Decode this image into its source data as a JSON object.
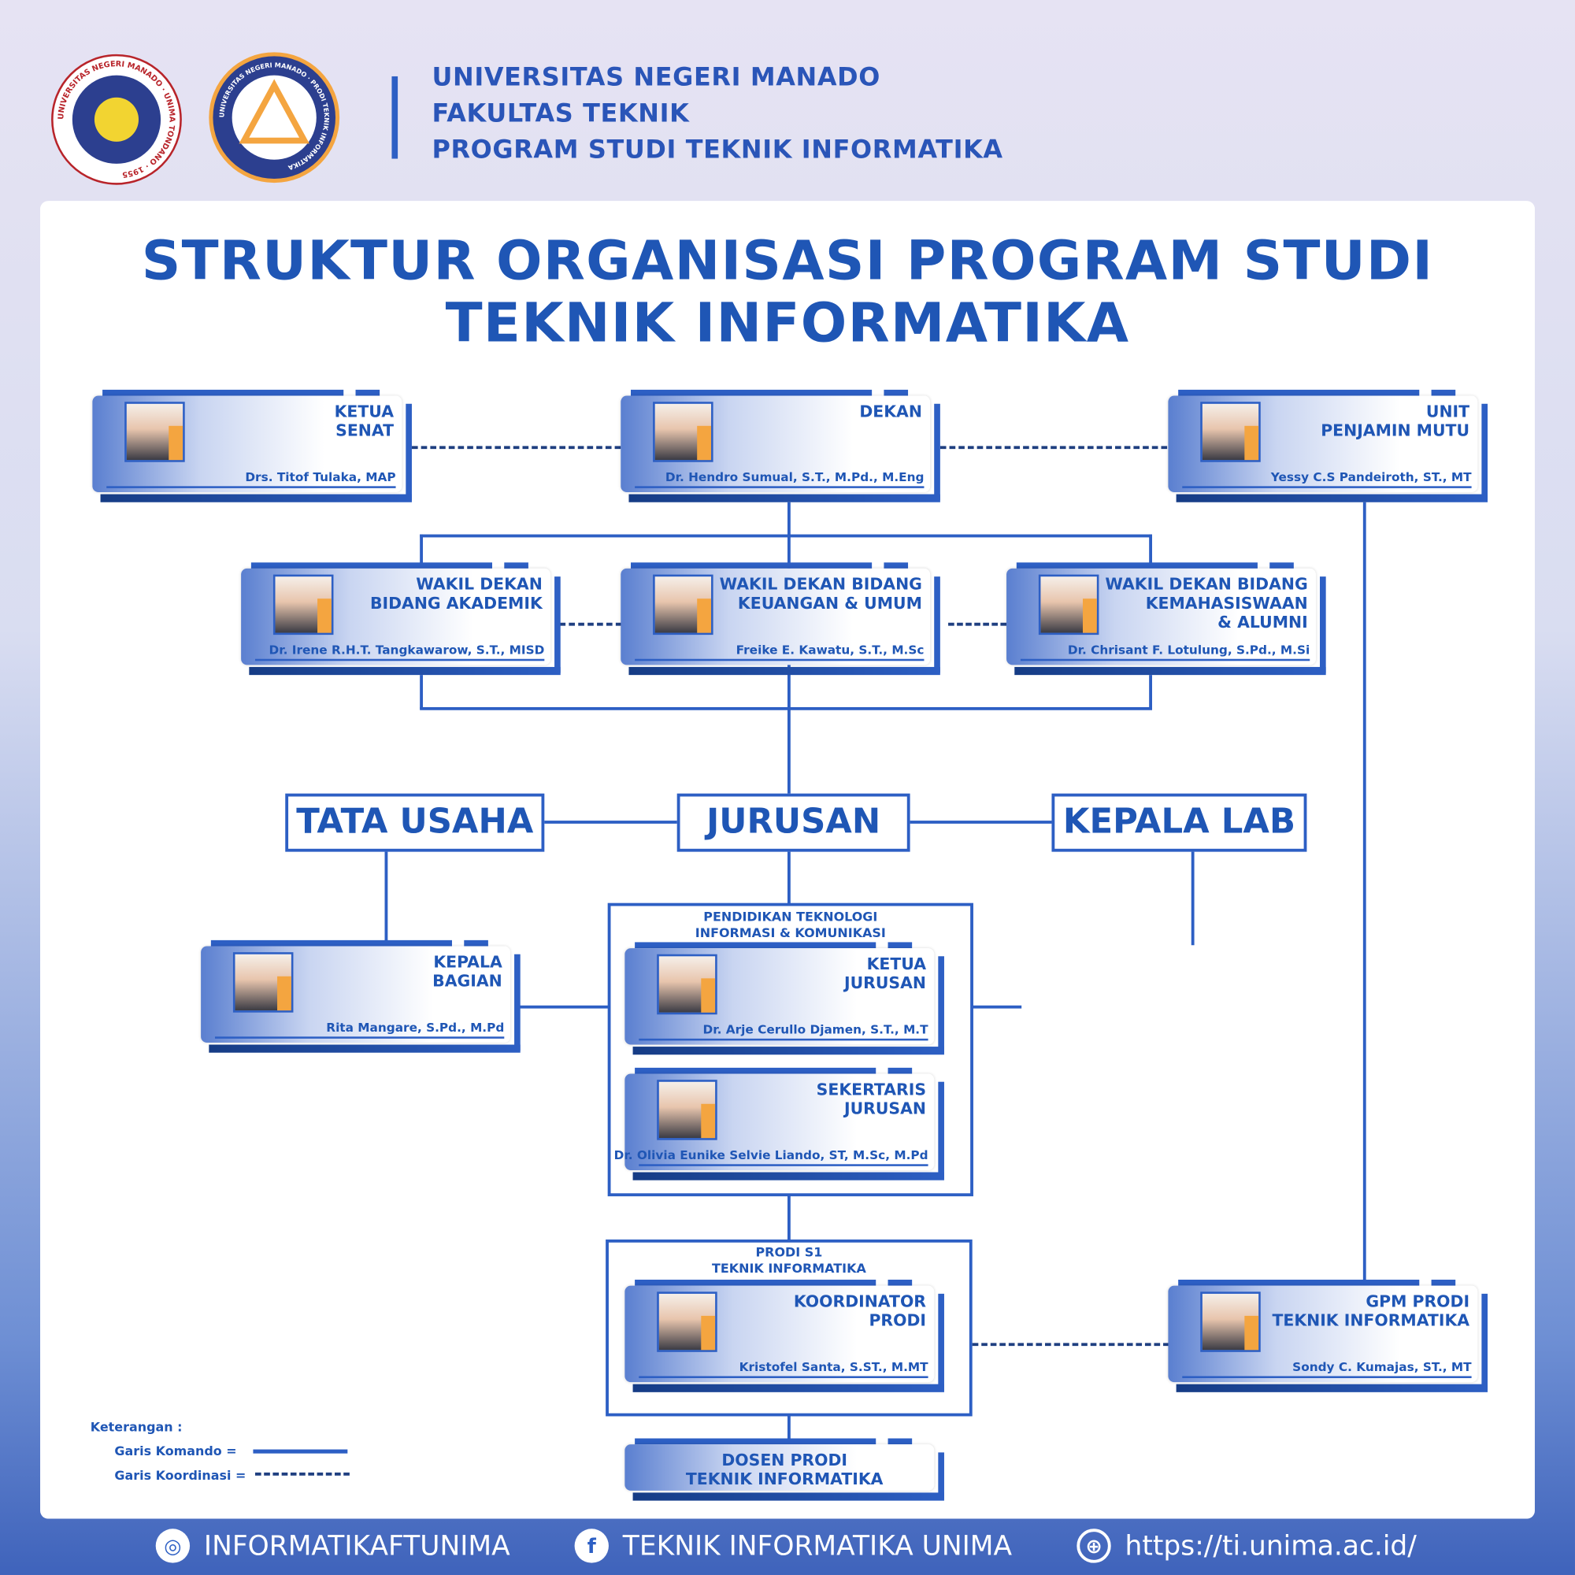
{
  "header": {
    "line1": "UNIVERSITAS NEGERI MANADO",
    "line2": "FAKULTAS TEKNIK",
    "line3": "PROGRAM STUDI TEKNIK INFORMATIKA",
    "logo1_text": "UNIVERSITAS NEGERI MANADO · UNIMA TONDANO · 1955",
    "logo2_text": "UNIVERSITAS NEGERI MANADO · PRODI TEKNIK INFORMATIKA"
  },
  "title": {
    "line1": "STRUKTUR ORGANISASI PROGRAM STUDI",
    "line2": "TEKNIK INFORMATIKA"
  },
  "cards": [
    {
      "role": "KETUA\nSENAT",
      "name": "Drs. Titof Tulaka, MAP"
    },
    {
      "role": "DEKAN",
      "name": "Dr. Hendro Sumual, S.T., M.Pd., M.Eng"
    },
    {
      "role": "UNIT\nPENJAMIN MUTU",
      "name": "Yessy C.S Pandeiroth, ST., MT"
    },
    {
      "role": "WAKIL DEKAN\nBIDANG AKADEMIK",
      "name": "Dr. Irene R.H.T. Tangkawarow, S.T., MISD"
    },
    {
      "role": "WAKIL DEKAN BIDANG\nKEUANGAN & UMUM",
      "name": "Freike E. Kawatu, S.T., M.Sc"
    },
    {
      "role": "WAKIL DEKAN BIDANG\nKEMAHASISWAAN\n& ALUMNI",
      "name": "Dr. Chrisant F. Lotulung, S.Pd., M.Si"
    },
    {
      "role": "KEPALA\nBAGIAN",
      "name": "Rita Mangare, S.Pd., M.Pd"
    },
    {
      "role": "KETUA\nJURUSAN",
      "name": "Dr. Arje Cerullo Djamen, S.T., M.T"
    },
    {
      "role": "SEKERTARIS\nJURUSAN",
      "name": "Dr. Olivia Eunike Selvie Liando, ST, M.Sc, M.Pd"
    },
    {
      "role": "KOORDINATOR\nPRODI",
      "name": "Kristofel Santa, S.ST., M.MT"
    },
    {
      "role": "GPM PRODI\nTEKNIK INFORMATIKA",
      "name": "Sondy C. Kumajas, ST., MT"
    },
    {
      "role": "DOSEN PRODI\nTEKNIK INFORMATIKA",
      "name": ""
    }
  ],
  "units": {
    "tata_usaha": "TATA USAHA",
    "jurusan": "JURUSAN",
    "kepala_lab": "KEPALA LAB"
  },
  "groups": {
    "ptik": "PENDIDIKAN TEKNOLOGI\nINFORMASI & KOMUNIKASI",
    "prodi": "PRODI S1\nTEKNIK INFORMATIKA"
  },
  "legend": {
    "title": "Keterangan :",
    "komando": "Garis Komando =",
    "koordinasi": "Garis Koordinasi ="
  },
  "footer": {
    "instagram": "INFORMATIKAFTUNIMA",
    "facebook": "TEKNIK INFORMATIKA UNIMA",
    "website": "https://ti.unima.ac.id/"
  },
  "colors": {
    "primary": "#1f56b5",
    "line": "#2d5fc4",
    "dash": "#1f3f80"
  }
}
